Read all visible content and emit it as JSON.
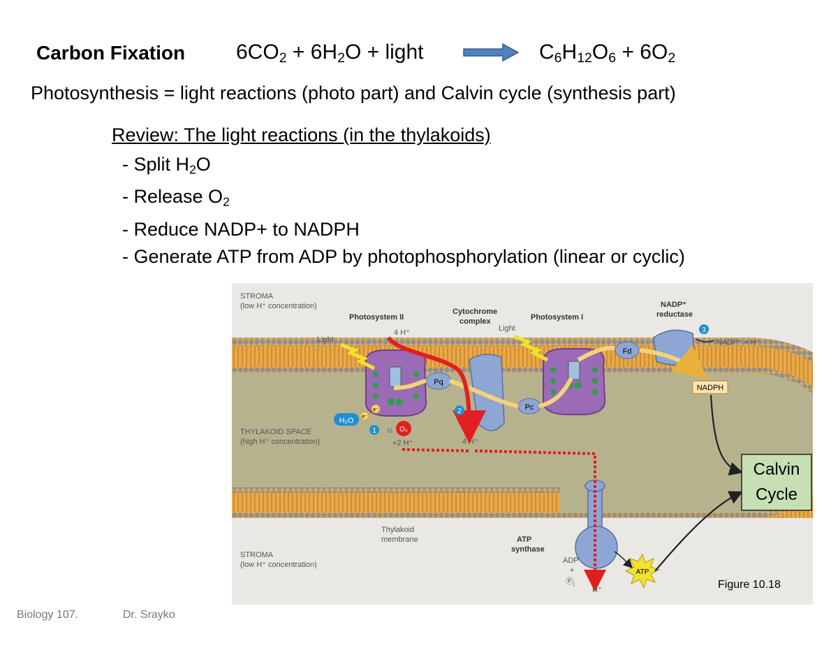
{
  "header": {
    "title": "Carbon Fixation",
    "equation": {
      "lhs_parts": [
        "6CO",
        "2",
        " + 6H",
        "2",
        "O + light"
      ],
      "rhs_parts": [
        "C",
        "6",
        "H",
        "12",
        "O",
        "6",
        " + 6O",
        "2"
      ]
    },
    "definition": "Photosynthesis = light reactions (photo part) and Calvin cycle (synthesis part)"
  },
  "review": {
    "heading": "Review: The light reactions (in the thylakoids)",
    "items": [
      {
        "parts": [
          "- Split H",
          "2",
          "O"
        ]
      },
      {
        "parts": [
          "- Release O",
          "2",
          ""
        ]
      },
      {
        "parts": [
          "- Reduce NADP+ to NADPH",
          "",
          ""
        ]
      },
      {
        "parts": [
          "- Generate ATP from ADP by photophosphorylation (linear or cyclic)",
          "",
          ""
        ]
      }
    ]
  },
  "figure": {
    "stroma_top": [
      "STROMA",
      "(low H⁺ concentration)"
    ],
    "stroma_bottom": [
      "STROMA",
      "(low H⁺ concentration)"
    ],
    "thylakoid_space": [
      "THYLAKOID SPACE",
      "(high H⁺ concentration)"
    ],
    "photosystem2": "Photosystem II",
    "photosystem1": "Photosystem I",
    "cytochrome": [
      "Cytochrome",
      "complex"
    ],
    "nadp_reductase": [
      "NADP⁺",
      "reductase"
    ],
    "light1": "Light",
    "light2": "Light",
    "h4_top": "4 H⁺",
    "pq": "Pq",
    "pc": "Pc",
    "fd": "Fd",
    "nadp_h": "NADP⁺ + H⁺",
    "nadph": "NADPH",
    "h2o": "H₂O",
    "o2": "O₂",
    "half": "½",
    "plus_2h": "+2 H⁺",
    "h4_bottom": "4 H⁺",
    "step1": "1",
    "step2": "2",
    "step3": "3",
    "e": "e⁻",
    "thylakoid_membrane": [
      "Thylakoid",
      "membrane"
    ],
    "atp_synthase": [
      "ATP",
      "synthase"
    ],
    "adp": "ADP",
    "plus": "+",
    "pi": "Ⓟ",
    "pi_sub": "i",
    "atp": "ATP",
    "h_plus": "H⁺",
    "calvin": [
      "Calvin",
      "Cycle"
    ],
    "caption": "Figure 10.18"
  },
  "footer": {
    "course": "Biology 107.",
    "author": "Dr. Srayko"
  }
}
